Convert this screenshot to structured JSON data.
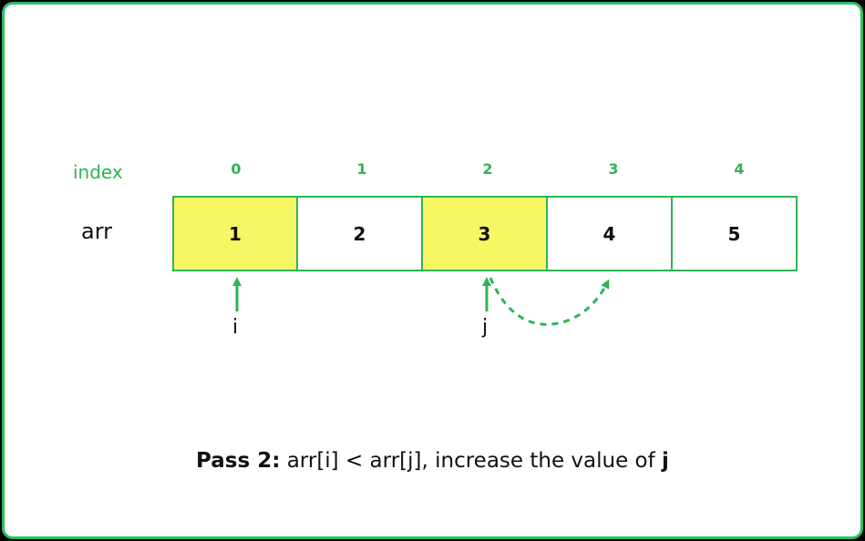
{
  "labels": {
    "index": "index",
    "arr": "arr"
  },
  "indices": [
    "0",
    "1",
    "2",
    "3",
    "4"
  ],
  "cells": [
    "1",
    "2",
    "3",
    "4",
    "5"
  ],
  "highlighted_cells": [
    0,
    2
  ],
  "pointers": {
    "i": "i",
    "j": "j"
  },
  "caption": {
    "bold": "Pass 2:",
    "text": " arr[i] < arr[j], increase the value of ",
    "var": "j"
  },
  "colors": {
    "accent_green": "#2fb457",
    "highlight_yellow": "#f7f765",
    "frame_green": "#27c25f"
  }
}
